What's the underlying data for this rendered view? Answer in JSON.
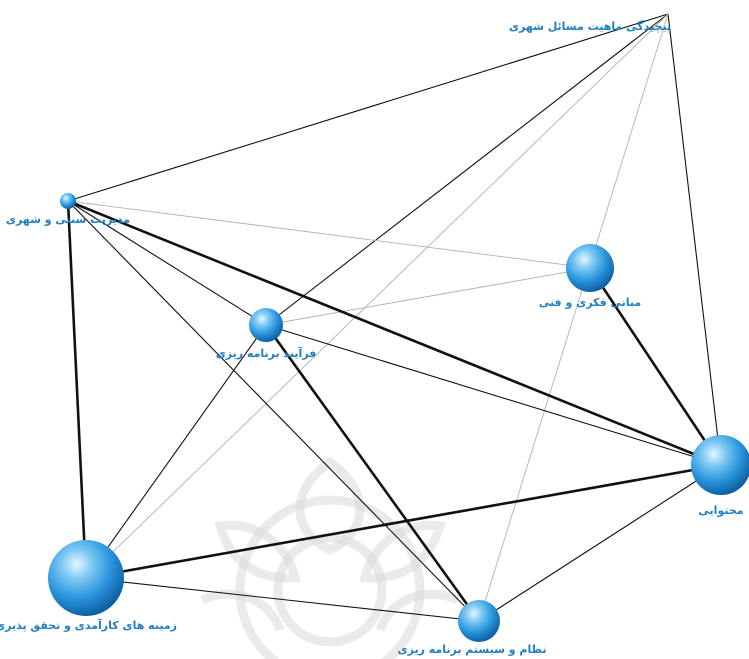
{
  "diagram": {
    "type": "network-graph",
    "colors": {
      "node_light": "#e6f6ff",
      "node_mid": "#3da9ec",
      "node_dark": "#0a5a9c",
      "label": "#1f7fbf",
      "edge_dark": "#111111",
      "edge_light": "#b7b0a6",
      "watermark": "#d9d9d9"
    },
    "nodes": [
      {
        "id": "complexity",
        "label": "پیچیدگی ماهیت مسائل شهری"
      },
      {
        "id": "management",
        "label": "مدیریت سنتی و شهری"
      },
      {
        "id": "foundations",
        "label": "مبانی فکری و فنی"
      },
      {
        "id": "process",
        "label": "فرآیند برنامه ریزی"
      },
      {
        "id": "content",
        "label": "محتوایی"
      },
      {
        "id": "efficiency",
        "label": "زمینه های کارآمدی و تحقق پذیری"
      },
      {
        "id": "system",
        "label": "نظام و سیستم برنامه ریزی"
      }
    ],
    "edges": [
      {
        "source": "management",
        "target": "complexity",
        "weight": "medium"
      },
      {
        "source": "process",
        "target": "complexity",
        "weight": "medium"
      },
      {
        "source": "content",
        "target": "complexity",
        "weight": "medium"
      },
      {
        "source": "efficiency",
        "target": "complexity",
        "weight": "light"
      },
      {
        "source": "system",
        "target": "complexity",
        "weight": "light"
      },
      {
        "source": "process",
        "target": "foundations",
        "weight": "light"
      },
      {
        "source": "management",
        "target": "foundations",
        "weight": "light"
      },
      {
        "source": "foundations",
        "target": "content",
        "weight": "heavy"
      },
      {
        "source": "management",
        "target": "process",
        "weight": "medium"
      },
      {
        "source": "management",
        "target": "content",
        "weight": "heavy"
      },
      {
        "source": "management",
        "target": "efficiency",
        "weight": "heavy"
      },
      {
        "source": "management",
        "target": "system",
        "weight": "medium"
      },
      {
        "source": "process",
        "target": "content",
        "weight": "medium"
      },
      {
        "source": "process",
        "target": "efficiency",
        "weight": "medium"
      },
      {
        "source": "process",
        "target": "system",
        "weight": "heavy"
      },
      {
        "source": "efficiency",
        "target": "content",
        "weight": "heavy"
      },
      {
        "source": "efficiency",
        "target": "system",
        "weight": "medium"
      },
      {
        "source": "content",
        "target": "system",
        "weight": "medium"
      }
    ]
  }
}
